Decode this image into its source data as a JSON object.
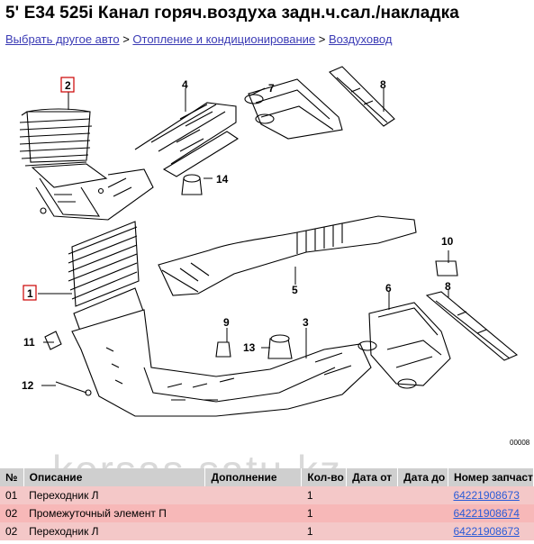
{
  "page": {
    "title": "5' E34 525i Канал горяч.воздуха задн.ч.сал./накладка",
    "watermark": "korsas.satu.kz",
    "diagram_code": "00008"
  },
  "breadcrumb": {
    "items": [
      "Выбрать другое авто",
      "Отопление и кондиционирование",
      "Воздуховод"
    ],
    "separator": ">"
  },
  "callouts": [
    "2",
    "4",
    "8",
    "14",
    "7",
    "10",
    "5",
    "1",
    "6",
    "8",
    "11",
    "9",
    "13",
    "3",
    "12"
  ],
  "table": {
    "headers": [
      "№",
      "Описание",
      "Дополнение",
      "Кол-во",
      "Дата от",
      "Дата до",
      "Номер запчасти"
    ],
    "rows": [
      {
        "no": "01",
        "desc": "Переходник Л",
        "add": "",
        "qty": "1",
        "from": "",
        "to": "",
        "part": "64221908673"
      },
      {
        "no": "02",
        "desc": "Промежуточный элемент П",
        "add": "",
        "qty": "1",
        "from": "",
        "to": "",
        "part": "64221908674"
      },
      {
        "no": "02",
        "desc": "Переходник Л",
        "add": "",
        "qty": "1",
        "from": "",
        "to": "",
        "part": "64221908673"
      }
    ]
  }
}
